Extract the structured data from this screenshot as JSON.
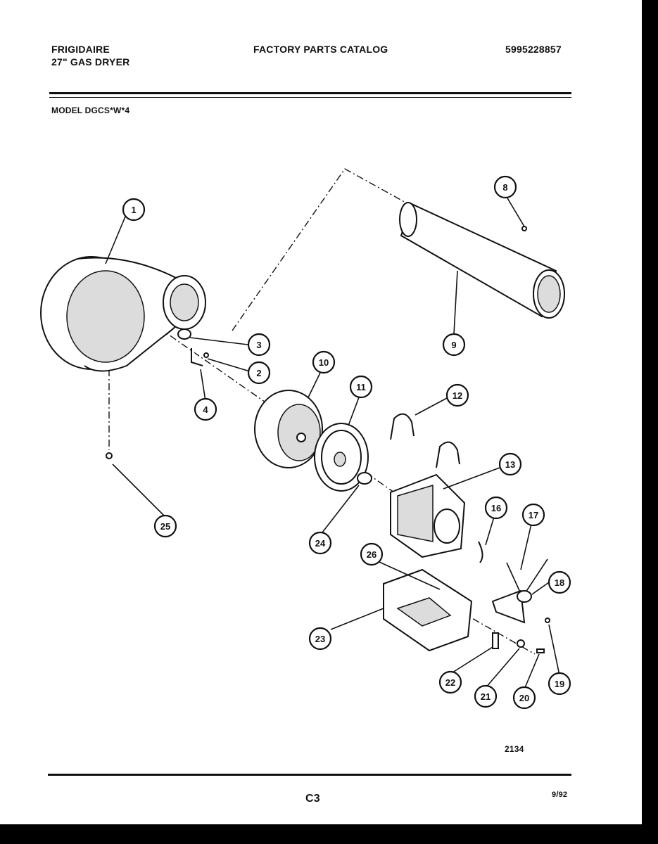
{
  "header": {
    "brand": "FRIGIDAIRE",
    "product": "27\" GAS  DRYER",
    "catalog_title": "FACTORY PARTS CATALOG",
    "catalog_number": "5995228857",
    "model": "MODEL DGCS*W*4"
  },
  "footer": {
    "drawing_number": "2134",
    "page_code": "C3",
    "date": "9/92"
  },
  "callouts": {
    "c1": "1",
    "c2": "2",
    "c3": "3",
    "c4": "4",
    "c8": "8",
    "c9": "9",
    "c10": "10",
    "c11": "11",
    "c12": "12",
    "c13": "13",
    "c16": "16",
    "c17": "17",
    "c18": "18",
    "c19": "19",
    "c20": "20",
    "c21": "21",
    "c22": "22",
    "c23": "23",
    "c24": "24",
    "c25": "25",
    "c26": "26"
  }
}
